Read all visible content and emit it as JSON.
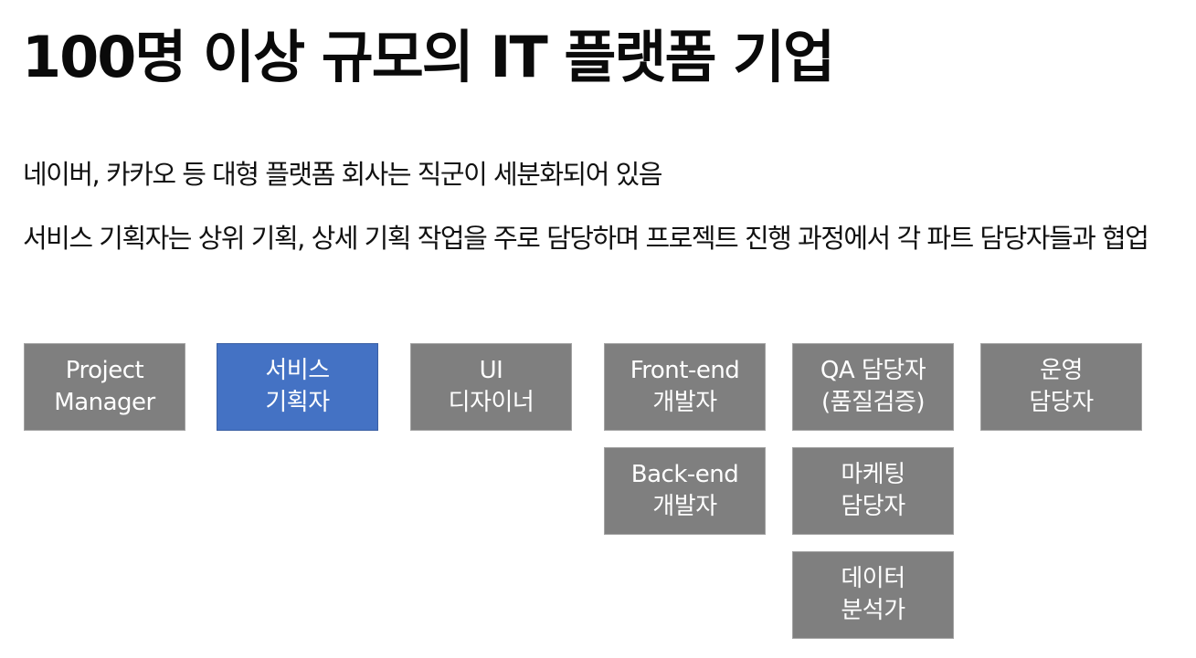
{
  "title": "100명 이상 규모의 IT 플랫폼 기업",
  "descriptions": [
    "네이버, 카카오 등 대형 플랫폼 회사는 직군이 세분화되어 있음",
    "서비스 기획자는 상위 기획, 상세 기획 작업을 주로 담당하며 프로젝트 진행 과정에서 각 파트 담당자들과 협업"
  ],
  "roles": [
    {
      "line1": "Project",
      "line2": "Manager"
    },
    {
      "line1": "서비스",
      "line2": "기획자"
    },
    {
      "line1": "UI",
      "line2": "디자이너"
    },
    {
      "line1": "Front-end",
      "line2": "개발자"
    },
    {
      "line1": "QA 담당자",
      "line2": "(품질검증)"
    },
    {
      "line1": "운영",
      "line2": "담당자"
    },
    {
      "line1": "Back-end",
      "line2": "개발자"
    },
    {
      "line1": "마케팅",
      "line2": "담당자"
    },
    {
      "line1": "데이터",
      "line2": "분석가"
    }
  ],
  "colors": {
    "box": "#7f7f7f",
    "highlight": "#4472c4",
    "text_on_box": "#ffffff"
  }
}
